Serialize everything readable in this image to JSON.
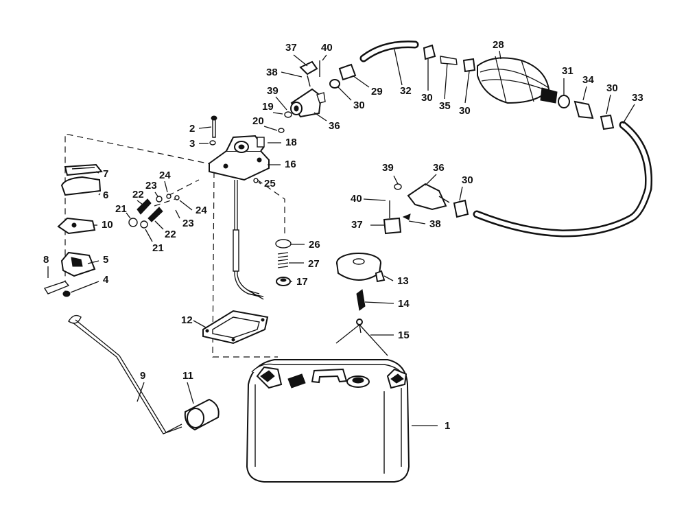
{
  "diagram": {
    "callouts": [
      {
        "id": "c1",
        "label": "1"
      },
      {
        "id": "c2",
        "label": "2"
      },
      {
        "id": "c3",
        "label": "3"
      },
      {
        "id": "c4",
        "label": "4"
      },
      {
        "id": "c5",
        "label": "5"
      },
      {
        "id": "c6",
        "label": "6"
      },
      {
        "id": "c7",
        "label": "7"
      },
      {
        "id": "c8",
        "label": "8"
      },
      {
        "id": "c9",
        "label": "9"
      },
      {
        "id": "c10",
        "label": "10"
      },
      {
        "id": "c11",
        "label": "11"
      },
      {
        "id": "c12",
        "label": "12"
      },
      {
        "id": "c13",
        "label": "13"
      },
      {
        "id": "c14",
        "label": "14"
      },
      {
        "id": "c15",
        "label": "15"
      },
      {
        "id": "c16",
        "label": "16"
      },
      {
        "id": "c17",
        "label": "17"
      },
      {
        "id": "c18",
        "label": "18"
      },
      {
        "id": "c19",
        "label": "19"
      },
      {
        "id": "c20",
        "label": "20"
      },
      {
        "id": "c21a",
        "label": "21"
      },
      {
        "id": "c21b",
        "label": "21"
      },
      {
        "id": "c22a",
        "label": "22"
      },
      {
        "id": "c22b",
        "label": "22"
      },
      {
        "id": "c23a",
        "label": "23"
      },
      {
        "id": "c23b",
        "label": "23"
      },
      {
        "id": "c24a",
        "label": "24"
      },
      {
        "id": "c24b",
        "label": "24"
      },
      {
        "id": "c25",
        "label": "25"
      },
      {
        "id": "c26",
        "label": "26"
      },
      {
        "id": "c27",
        "label": "27"
      },
      {
        "id": "c28",
        "label": "28"
      },
      {
        "id": "c29",
        "label": "29"
      },
      {
        "id": "c30a",
        "label": "30"
      },
      {
        "id": "c30b",
        "label": "30"
      },
      {
        "id": "c30c",
        "label": "30"
      },
      {
        "id": "c30d",
        "label": "30"
      },
      {
        "id": "c30e",
        "label": "30"
      },
      {
        "id": "c31",
        "label": "31"
      },
      {
        "id": "c32",
        "label": "32"
      },
      {
        "id": "c33",
        "label": "33"
      },
      {
        "id": "c34",
        "label": "34"
      },
      {
        "id": "c35",
        "label": "35"
      },
      {
        "id": "c36a",
        "label": "36"
      },
      {
        "id": "c36b",
        "label": "36"
      },
      {
        "id": "c37a",
        "label": "37"
      },
      {
        "id": "c37b",
        "label": "37"
      },
      {
        "id": "c38a",
        "label": "38"
      },
      {
        "id": "c38b",
        "label": "38"
      },
      {
        "id": "c39a",
        "label": "39"
      },
      {
        "id": "c39b",
        "label": "39"
      },
      {
        "id": "c40a",
        "label": "40"
      },
      {
        "id": "c40b",
        "label": "40"
      }
    ]
  }
}
